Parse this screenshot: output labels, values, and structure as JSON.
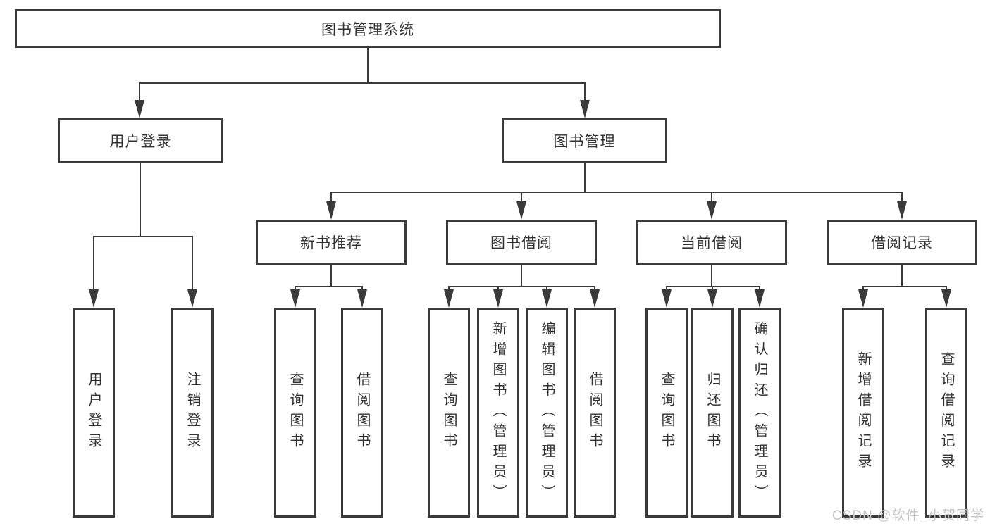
{
  "nodes": {
    "root": {
      "label": "图书管理系统"
    },
    "user_login": {
      "label": "用户登录"
    },
    "book_management": {
      "label": "图书管理"
    },
    "new_book_recommend": {
      "label": "新书推荐"
    },
    "book_borrowing": {
      "label": "图书借阅"
    },
    "current_borrowing": {
      "label": "当前借阅"
    },
    "borrowing_records": {
      "label": "借阅记录"
    },
    "leaves": {
      "user_login": {
        "label": "用户登录"
      },
      "logout": {
        "label": "注销登录"
      },
      "query_book_recommend": {
        "label": "查询图书"
      },
      "borrow_book_recommend": {
        "label": "借阅图书"
      },
      "query_book_borrowing": {
        "label": "查询图书"
      },
      "add_book": {
        "label": "新增图书（管理员）"
      },
      "edit_book": {
        "label": "编辑图书（管理员）"
      },
      "borrow_book_borrowing": {
        "label": "借阅图书"
      },
      "query_book_current": {
        "label": "查询图书"
      },
      "return_book": {
        "label": "归还图书"
      },
      "confirm_return": {
        "label": "确认归还（管理员）"
      },
      "add_borrow_record": {
        "label": "新增借阅记录"
      },
      "query_borrow_record": {
        "label": "查询借阅记录"
      }
    }
  },
  "watermark": "CSDN @软件_小贺同学",
  "colors": {
    "line": "#3a3a3a",
    "text": "#333333",
    "background": "#ffffff",
    "watermark": "#c4c4c4"
  }
}
